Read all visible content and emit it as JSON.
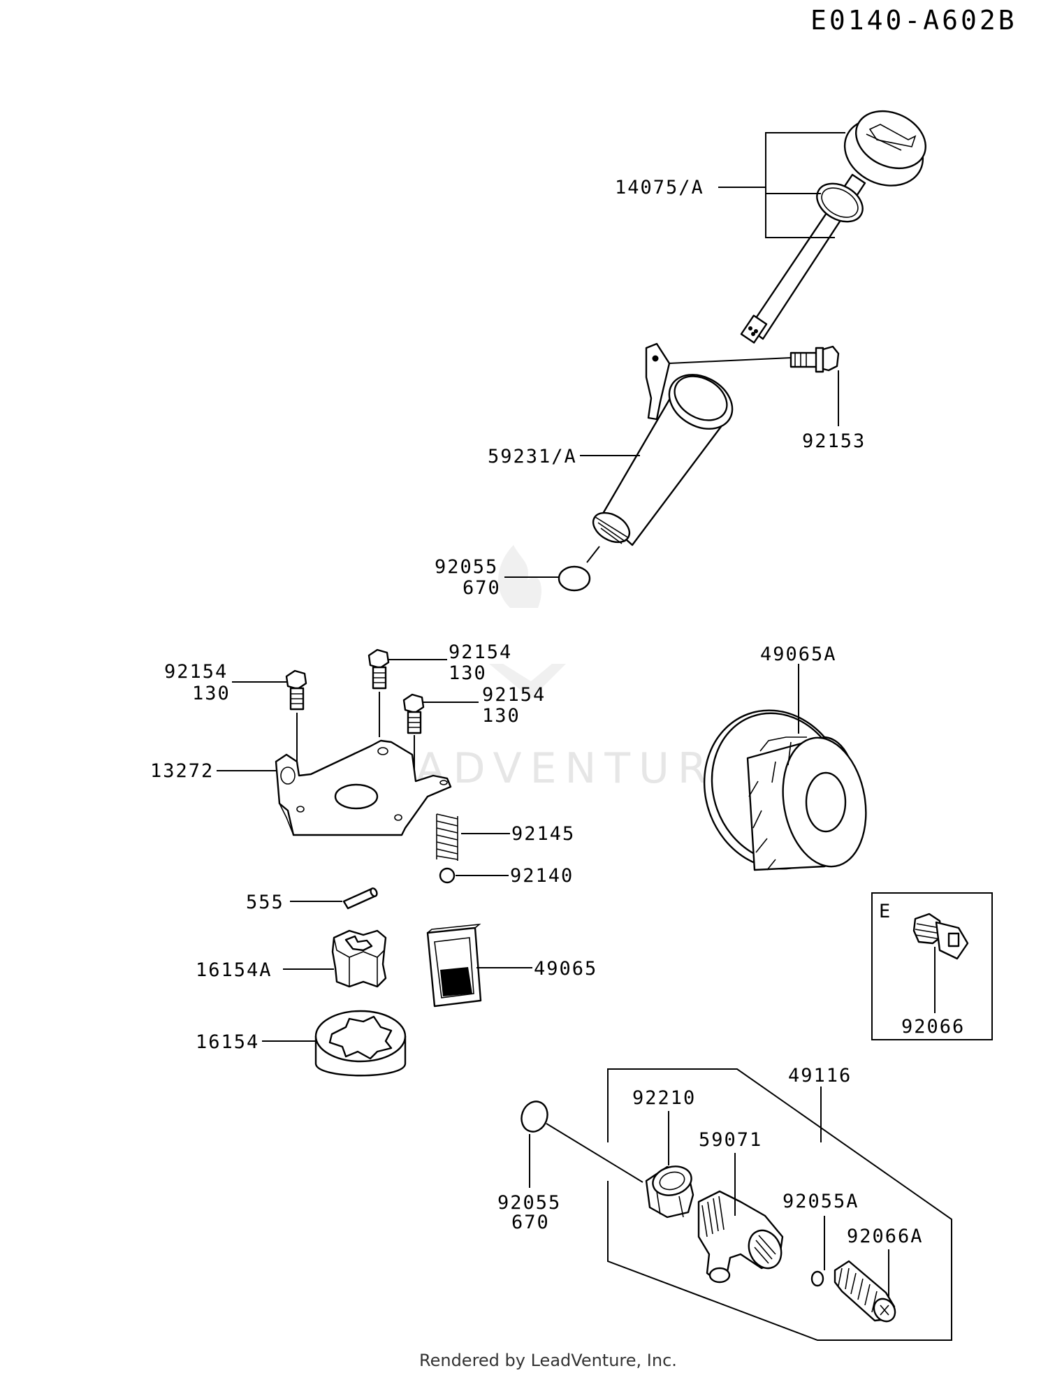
{
  "diagram_code": "E0140-A602B",
  "footer": "Rendered by LeadVenture, Inc.",
  "watermark": "LEADVENTURE",
  "inset_letter": "E",
  "labels": {
    "dipstick": "14075/A",
    "bolt_92153": "92153",
    "oil_filler_tube": "59231/A",
    "oring_top_a": "92055",
    "oring_top_b": "670",
    "bolt_left_a": "92154",
    "bolt_left_b": "130",
    "bolt_mid_a": "92154",
    "bolt_mid_b": "130",
    "bolt_right_a": "92154",
    "bolt_right_b": "130",
    "cover_plate": "13272",
    "spring": "92145",
    "ball": "92140",
    "pin": "555",
    "inner_rotor": "16154A",
    "outer_rotor": "16154",
    "screen": "49065",
    "oil_filter": "49065A",
    "drain_plug": "92066",
    "drain_kit": "49116",
    "nut": "92210",
    "drain_valve": "59071",
    "oring_bottom_a": "92055",
    "oring_bottom_b": "670",
    "oring_small": "92055A",
    "plug_a": "92066A"
  }
}
